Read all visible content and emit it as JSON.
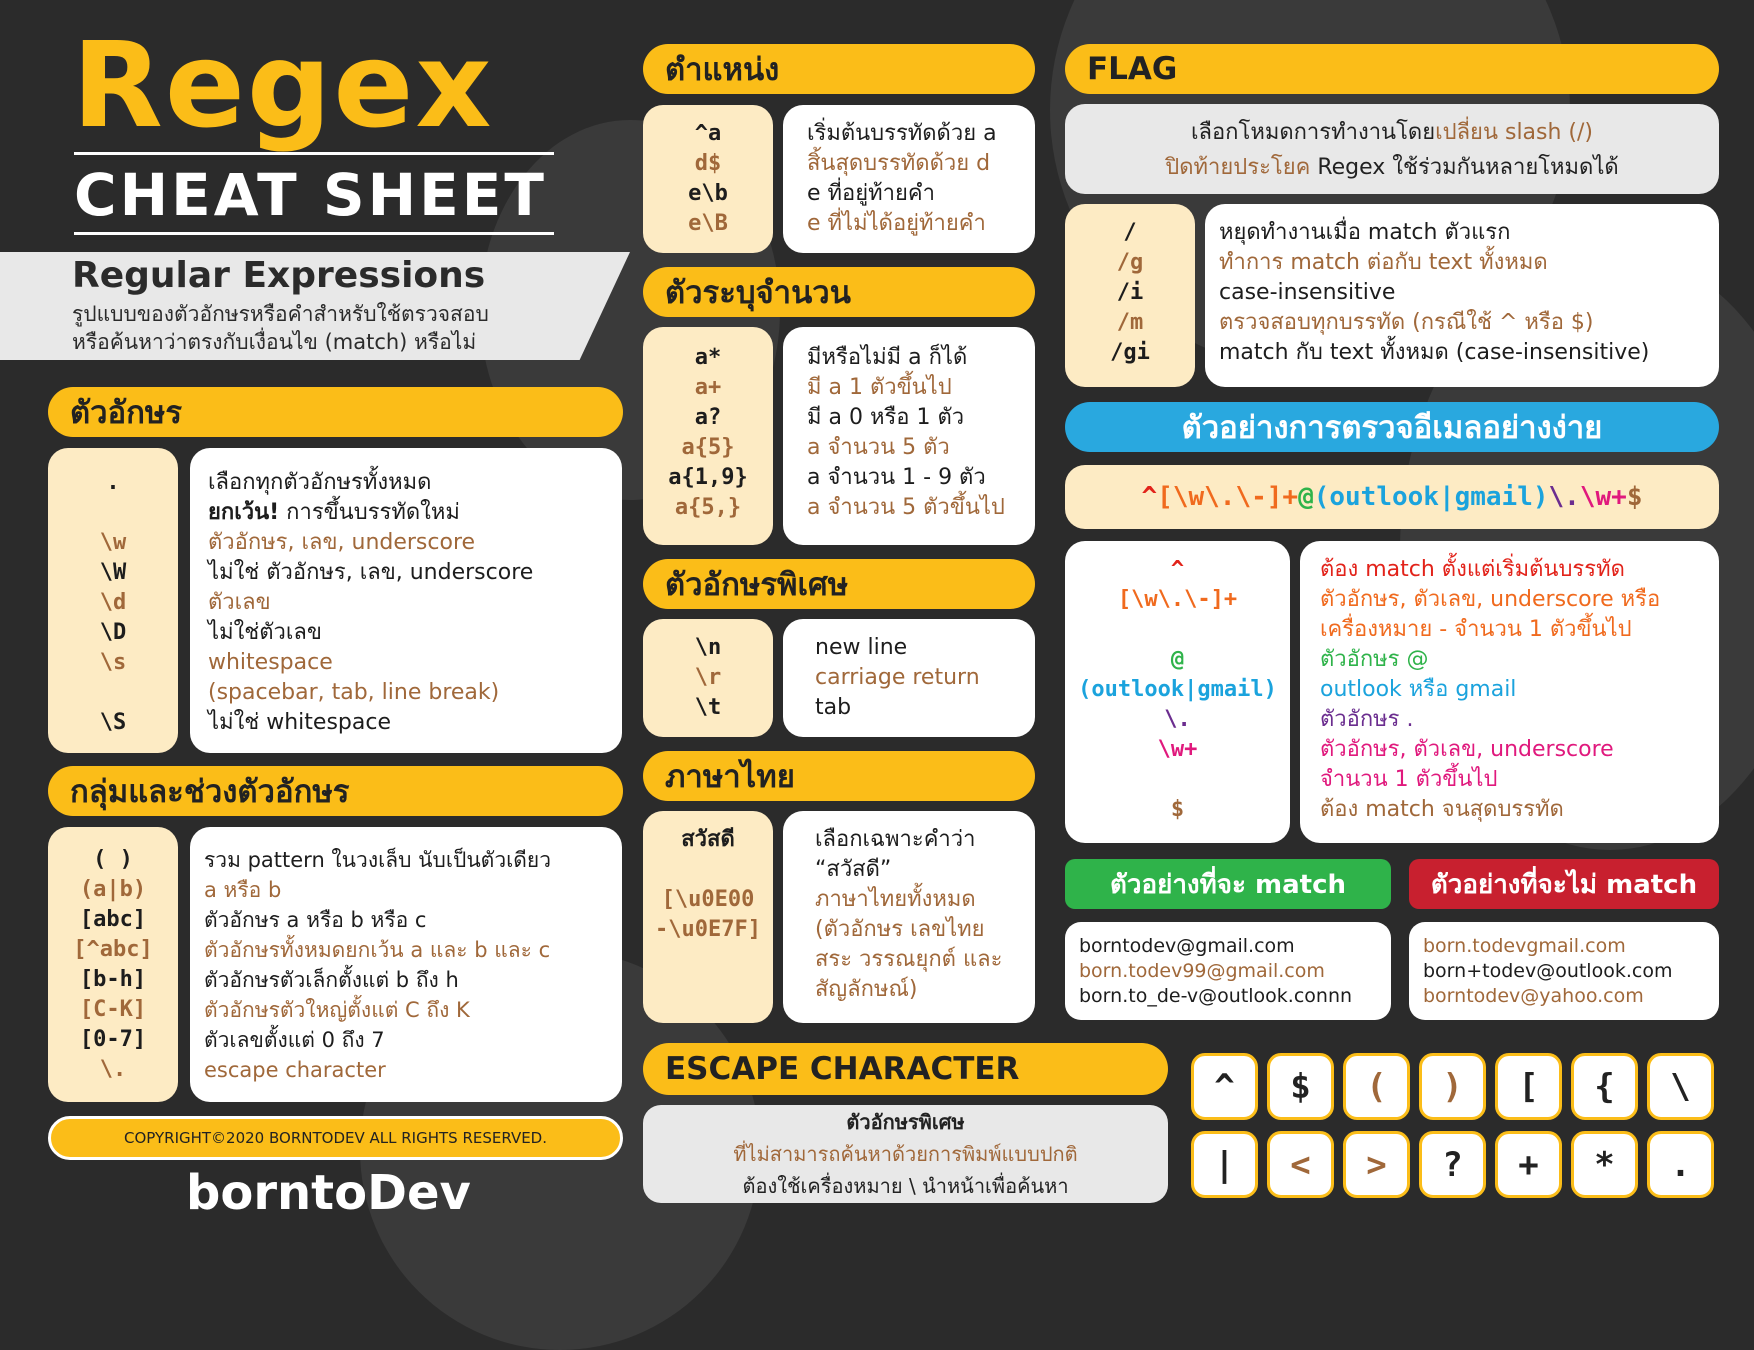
{
  "title": {
    "main": "Regex",
    "sub": "CHEAT SHEET"
  },
  "intro": {
    "heading": "Regular Expressions",
    "line1": "รูปแบบของตัวอักษรหรือคำสำหรับใช้ตรวจสอบ",
    "line2": "หรือค้นหาว่าตรงกับเงื่อนไข (match) หรือไม่"
  },
  "characters": {
    "heading": "ตัวอักษร",
    "codes": [
      ".",
      "",
      "\\w",
      "\\W",
      "\\d",
      "\\D",
      "\\s",
      "",
      "\\S"
    ],
    "desc": [
      "เลือกทุกตัวอักษรทั้งหมด",
      "การขึ้นบรรทัดใหม่",
      "ตัวอักษร, เลข, underscore",
      "ไม่ใช่ ตัวอักษร, เลข, underscore",
      "ตัวเลข",
      "ไม่ใช่ตัวเลข",
      "whitespace",
      "(spacebar, tab, line break)",
      "ไม่ใช่ whitespace"
    ],
    "except_label": "ยกเว้น!"
  },
  "groups": {
    "heading": "กลุ่มและช่วงตัวอักษร",
    "codes": [
      "( )",
      "(a|b)",
      "[abc]",
      "[^abc]",
      "[b-h]",
      "[C-K]",
      "[0-7]",
      "\\."
    ],
    "desc": [
      "รวม pattern ในวงเล็บ นับเป็นตัวเดียว",
      "a หรือ b",
      "ตัวอักษร a หรือ b หรือ c",
      "ตัวอักษรทั้งหมดยกเว้น a และ b และ c",
      "ตัวอักษรตัวเล็กตั้งแต่ b ถึง h",
      "ตัวอักษรตัวใหญ่ตั้งแต่ C ถึง K",
      "ตัวเลขตั้งแต่ 0 ถึง 7",
      "escape character"
    ]
  },
  "copyright": "COPYRIGHT©2020 BORNTODEV ALL RIGHTS RESERVED.",
  "logo": "borntoDev",
  "position": {
    "heading": "ตำแหน่ง",
    "codes": [
      "^a",
      "d$",
      "e\\b",
      "e\\B"
    ],
    "desc": [
      "เริ่มต้นบรรทัดด้วย a",
      "สิ้นสุดบรรทัดด้วย d",
      "e ที่อยู่ท้ายคำ",
      "e ที่ไม่ได้อยู่ท้ายคำ"
    ]
  },
  "quantifier": {
    "heading": "ตัวระบุจำนวน",
    "codes": [
      "a*",
      "a+",
      "a?",
      "a{5}",
      "a{1,9}",
      "a{5,}"
    ],
    "desc": [
      "มีหรือไม่มี a ก็ได้",
      "มี a 1 ตัวขึ้นไป",
      "มี a 0 หรือ 1 ตัว",
      "a จำนวน 5 ตัว",
      "a จำนวน 1 - 9 ตัว",
      "a จำนวน 5 ตัวขึ้นไป"
    ]
  },
  "special": {
    "heading": "ตัวอักษรพิเศษ",
    "codes": [
      "\\n",
      "\\r",
      "\\t"
    ],
    "desc": [
      "new line",
      "carriage return",
      "tab"
    ]
  },
  "thai": {
    "heading": "ภาษาไทย",
    "codes": [
      "สวัสดี",
      "",
      "[\\u0E00",
      "-\\u0E7F]"
    ],
    "desc": [
      "เลือกเฉพาะคำว่า",
      "“สวัสดี”",
      "ภาษาไทยทั้งหมด",
      "(ตัวอักษร เลขไทย",
      "สระ วรรณยุกต์ และ",
      "สัญลักษณ์)"
    ]
  },
  "escape": {
    "heading": "ESCAPE CHARACTER",
    "line1": "ตัวอักษรพิเศษ",
    "line2": "ที่ไม่สามารถค้นหาด้วยการพิมพ์แบบปกติ",
    "line3": "ต้องใช้เครื่องหมาย \\ นำหน้าเพื่อค้นหา",
    "keys": [
      "^",
      "$",
      "(",
      ")",
      "[",
      "{",
      "\\",
      "|",
      "<",
      ">",
      "?",
      "+",
      "*",
      "."
    ]
  },
  "flag": {
    "heading": "FLAG",
    "intro1": "เลือกโหมดการทำงานโดย",
    "intro1b": "เปลี่ยน slash (/)",
    "intro2": "ปิดท้ายประโยค",
    "intro2b": "Regex ใช้ร่วมกันหลายโหมดได้",
    "codes": [
      "/",
      "/g",
      "/i",
      "/m",
      "/gi"
    ],
    "desc": [
      "หยุดทำงานเมื่อ match ตัวแรก",
      "ทำการ match ต่อกับ text ทั้งหมด",
      "case-insensitive",
      "ตรวจสอบทุกบรรทัด (กรณีใช้ ^ หรือ $)",
      "match กับ text ทั้งหมด (case-insensitive)"
    ]
  },
  "email": {
    "heading": "ตัวอย่างการตรวจอีเมลอย่างง่าย",
    "regex_parts": [
      "^",
      "[\\w\\.\\-]+",
      "@",
      "(outlook|gmail)",
      "\\.",
      "\\w+",
      "$"
    ],
    "codes": [
      "^",
      "[\\w\\.\\-]+",
      "",
      "@",
      "(outlook|gmail)",
      "\\.",
      "\\w+",
      "",
      "$"
    ],
    "desc": [
      "ต้อง match ตั้งแต่เริ่มต้นบรรทัด",
      "ตัวอักษร, ตัวเลข, underscore หรือ",
      "เครื่องหมาย - จำนวน 1 ตัวขึ้นไป",
      "ตัวอักษร @",
      "outlook หรือ gmail",
      "ตัวอักษร .",
      "ตัวอักษร, ตัวเลข, underscore",
      "จำนวน 1 ตัวขึ้นไป",
      "ต้อง match จนสุดบรรทัด"
    ],
    "colors": [
      "#e2231a",
      "#f06a1e",
      "#f06a1e",
      "#2fb34a",
      "#1ba3dd",
      "#6b2d8f",
      "#e0197d",
      "#e0197d",
      "#a0683a"
    ],
    "match_heading": "ตัวอย่างที่จะ match",
    "match": [
      "borntodev@gmail.com",
      "born.todev99@gmail.com",
      "born.to_de-v@outlook.connn"
    ],
    "nomatch_heading": "ตัวอย่างที่จะไม่ match",
    "nomatch": [
      "born.todevgmail.com",
      "born+todev@outlook.com",
      "borntodev@yahoo.com"
    ]
  },
  "colors": {
    "yellow": "#fbbd18",
    "cream": "#fdebc4",
    "brown": "#a0683a",
    "blue": "#29a8df",
    "green": "#2fb34a",
    "red": "#c8202f",
    "bg": "#2b2b2b"
  }
}
